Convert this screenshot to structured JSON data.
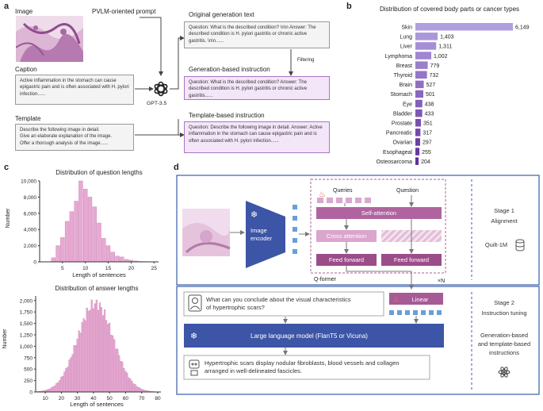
{
  "panel_a": {
    "label": "a",
    "image_label": "Image",
    "prompt_label": "PVLM-oriented prompt",
    "caption_label": "Caption",
    "caption_text": "Active inflammation in the stomach can cause epigastric pain and is often associated with H. pylori infection......",
    "template_label": "Template",
    "template_lines": [
      "Describe the following image in detail.",
      "Give an elaborate explanation of the image.",
      "Offer a thorough analysis of the image......"
    ],
    "gpt_label": "GPT-3.5",
    "orig_title": "Original generation text",
    "orig_text": "Question: What is the described condition? \\n\\n Answer: The described condition is H. pylori gastritis or chronic active gastritis. \\n\\n......",
    "filtering_label": "Filtering",
    "gen_title": "Generation-based instruction",
    "gen_text": "Question: What is the described condition? Answer: The described condition is H. pylori gastritis or chronic active gastritis......",
    "tmpl_title": "Template-based instruction",
    "tmpl_text": "Question: Describe the following image in detail. Answer: Active inflammation in the stomach can cause epigastric pain and is often associated with H. pylori infection......"
  },
  "panel_b": {
    "label": "b"
  },
  "panel_c": {
    "label": "c"
  },
  "panel_d": {
    "label": "d",
    "queries_label": "Queries",
    "question_label": "Question",
    "self_attention": "Self-attention",
    "cross_attention": "Cross attention",
    "feed_forward_1": "Feed forward",
    "feed_forward_2": "Feed forward",
    "image_encoder": "Image encoder",
    "qformer": "Q-former",
    "xn": "×N",
    "stage1": "Stage 1",
    "alignment": "Alignment",
    "quilt": "Quilt-1M",
    "question_text": "What can you conclude about the visual characteristics of hypertrophic scars?",
    "linear": "Linear",
    "llm": "Large language model (FlanT5 or Vicuna)",
    "answer_text": "Hypertrophic scars display nodular fibroblasts, blood vessels and collagen arranged in well-delineated fascicles.",
    "stage2": "Stage 2",
    "instruction_tuning": "Instruction tuning",
    "gen_template": "Generation-based and template-based instructions",
    "colors": {
      "stage_border": "#3a5ca8",
      "purple_dark": "#9b4d8a",
      "purple_light": "#d9a6cc",
      "llm_blue": "#3d55a6",
      "linear": "#a65a96"
    }
  },
  "chart_data": [
    {
      "type": "bar",
      "title": "Distribution of covered body parts or cancer types",
      "categories": [
        "Skin",
        "Lung",
        "Liver",
        "Lymphoma",
        "Breast",
        "Thyroid",
        "Brain",
        "Stomach",
        "Eye",
        "Bladder",
        "Prostate",
        "Pancreatic",
        "Ovarian",
        "Esophageal",
        "Osteosarcoma"
      ],
      "values": [
        6149,
        1403,
        1311,
        1002,
        779,
        732,
        527,
        501,
        438,
        433,
        351,
        317,
        297,
        255,
        204
      ],
      "value_labels": [
        "6,149",
        "1,403",
        "1,311",
        "1,002",
        "779",
        "732",
        "527",
        "501",
        "438",
        "433",
        "351",
        "317",
        "297",
        "255",
        "204"
      ],
      "orientation": "horizontal"
    },
    {
      "type": "bar",
      "title": "Distribution of question lengths",
      "xlabel": "Length of sentences",
      "ylabel": "Number",
      "x": [
        2,
        3,
        4,
        5,
        6,
        7,
        8,
        9,
        10,
        11,
        12,
        13,
        14,
        15,
        16,
        17,
        18,
        19,
        20,
        21,
        22,
        23,
        24,
        25
      ],
      "values": [
        0,
        500,
        2000,
        3000,
        5000,
        6200,
        7500,
        10000,
        9000,
        8000,
        6800,
        4800,
        2900,
        2000,
        1200,
        700,
        600,
        300,
        200,
        100,
        50,
        40,
        20,
        10
      ],
      "xlim": [
        0,
        26
      ],
      "ylim": [
        0,
        10000
      ],
      "xticks": [
        "5",
        "10",
        "15",
        "20",
        "25"
      ],
      "yticks": [
        "0",
        "2,000",
        "4,000",
        "6,000",
        "8,000",
        "10,000"
      ]
    },
    {
      "type": "bar",
      "title": "Distribution of answer lengths",
      "xlabel": "Length of sentences",
      "ylabel": "Number",
      "xlim": [
        4,
        82
      ],
      "ylim": [
        0,
        2100
      ],
      "xticks": [
        "10",
        "20",
        "30",
        "40",
        "50",
        "60",
        "70",
        "80"
      ],
      "yticks": [
        "0",
        "250",
        "500",
        "750",
        "1,000",
        "1,250",
        "1,500",
        "1,750",
        "2,000"
      ],
      "distribution": {
        "mean": 41,
        "sd": 11,
        "peak": 2050,
        "x_min": 5,
        "x_max": 81
      }
    }
  ]
}
